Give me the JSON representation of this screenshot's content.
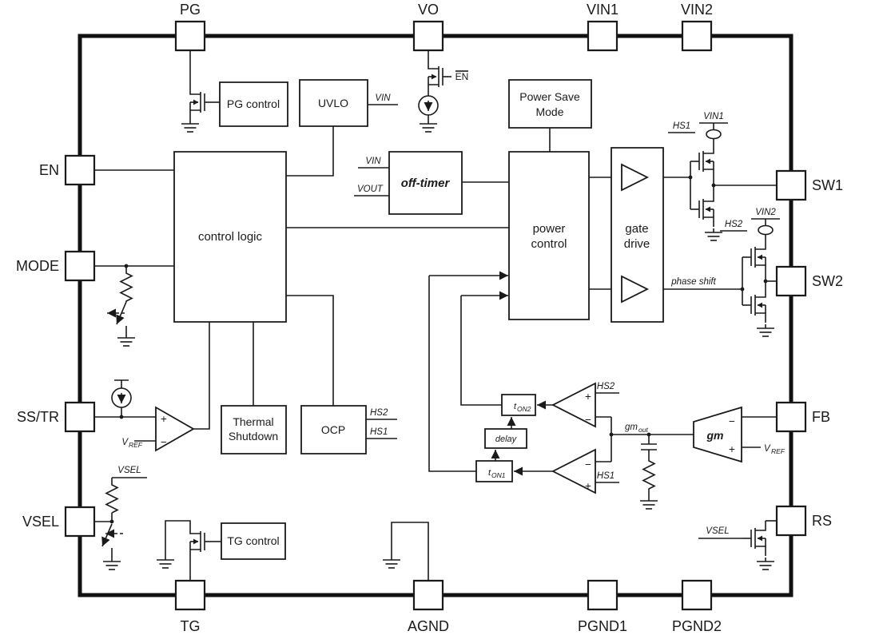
{
  "pins": {
    "pg": "PG",
    "vo": "VO",
    "vin1": "VIN1",
    "vin2": "VIN2",
    "en": "EN",
    "mode": "MODE",
    "sstr": "SS/TR",
    "vsel": "VSEL",
    "sw1": "SW1",
    "sw2": "SW2",
    "fb": "FB",
    "rs": "RS",
    "tg": "TG",
    "agnd": "AGND",
    "pgnd1": "PGND1",
    "pgnd2": "PGND2"
  },
  "blocks": {
    "pg_control": "PG control",
    "uvlo": "UVLO",
    "control_logic": "control logic",
    "off_timer": "off-timer",
    "power_save_1": "Power Save",
    "power_save_2": "Mode",
    "power_control_1": "power",
    "power_control_2": "control",
    "gate_drive_1": "gate",
    "gate_drive_2": "drive",
    "thermal_1": "Thermal",
    "thermal_2": "Shutdown",
    "ocp": "OCP",
    "tg_control": "TG control",
    "delay": "delay",
    "ton_main": "t",
    "ton1_sub": "ON1",
    "ton2_sub": "ON2",
    "gm": "gm"
  },
  "signals": {
    "vin": "VIN",
    "vout": "VOUT",
    "en_bar": "EN",
    "hs1": "HS1",
    "hs2": "HS2",
    "phase_shift": "phase shift",
    "vref_main": "V",
    "vref_sub": "REF",
    "gmout_main": "gm",
    "gmout_sub": "out",
    "plus": "+",
    "minus": "−"
  }
}
